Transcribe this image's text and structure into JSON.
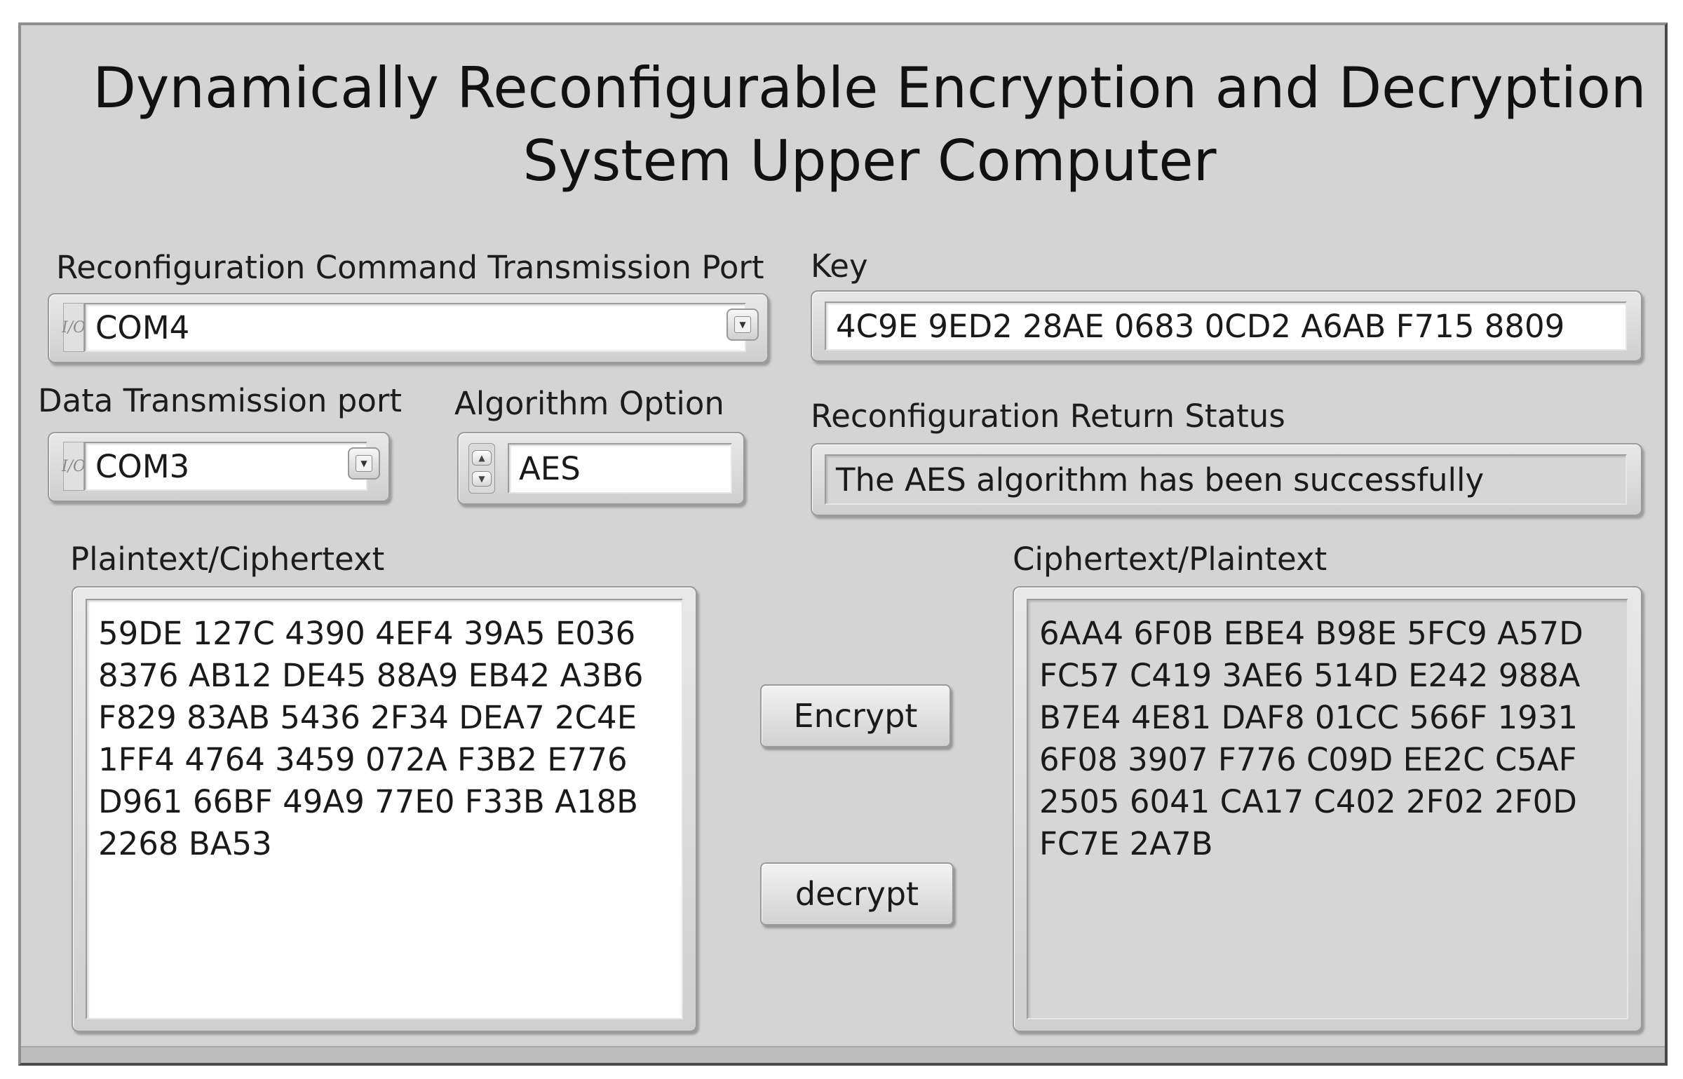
{
  "window": {
    "title_line1": "Dynamically Reconfigurable Encryption and Decryption",
    "title_line2": "System Upper Computer"
  },
  "reconfig_port": {
    "label": "Reconfiguration Command Transmission Port",
    "value": "COM4"
  },
  "key": {
    "label": "Key",
    "value": "4C9E 9ED2 28AE 0683 0CD2 A6AB F715 8809"
  },
  "data_port": {
    "label": "Data Transmission port",
    "value": "COM3"
  },
  "algorithm": {
    "label": "Algorithm Option",
    "value": "AES"
  },
  "status": {
    "label": "Reconfiguration Return Status",
    "value": "The AES algorithm has been successfully"
  },
  "input_text": {
    "label": "Plaintext/Ciphertext",
    "lines": [
      "59DE 127C 4390 4EF4 39A5 E036",
      "8376 AB12 DE45 88A9 EB42 A3B6",
      "F829 83AB 5436 2F34 DEA7 2C4E",
      "1FF4 4764 3459 072A F3B2 E776",
      "D961 66BF 49A9 77E0 F33B A18B",
      "2268 BA53"
    ]
  },
  "output_text": {
    "label": "Ciphertext/Plaintext",
    "lines": [
      "6AA4 6F0B EBE4 B98E 5FC9 A57D",
      "FC57 C419 3AE6 514D E242 988A",
      "B7E4 4E81 DAF8 01CC 566F 1931",
      "6F08 3907 F776 C09D EE2C C5AF",
      "2505 6041 CA17 C402 2F02 2F0D",
      "FC7E 2A7B"
    ]
  },
  "buttons": {
    "encrypt": "Encrypt",
    "decrypt": "decrypt"
  },
  "icons": {
    "io_glyph": "I/O",
    "dropdown_glyph": "▼",
    "spin_up": "▲",
    "spin_down": "▼"
  }
}
